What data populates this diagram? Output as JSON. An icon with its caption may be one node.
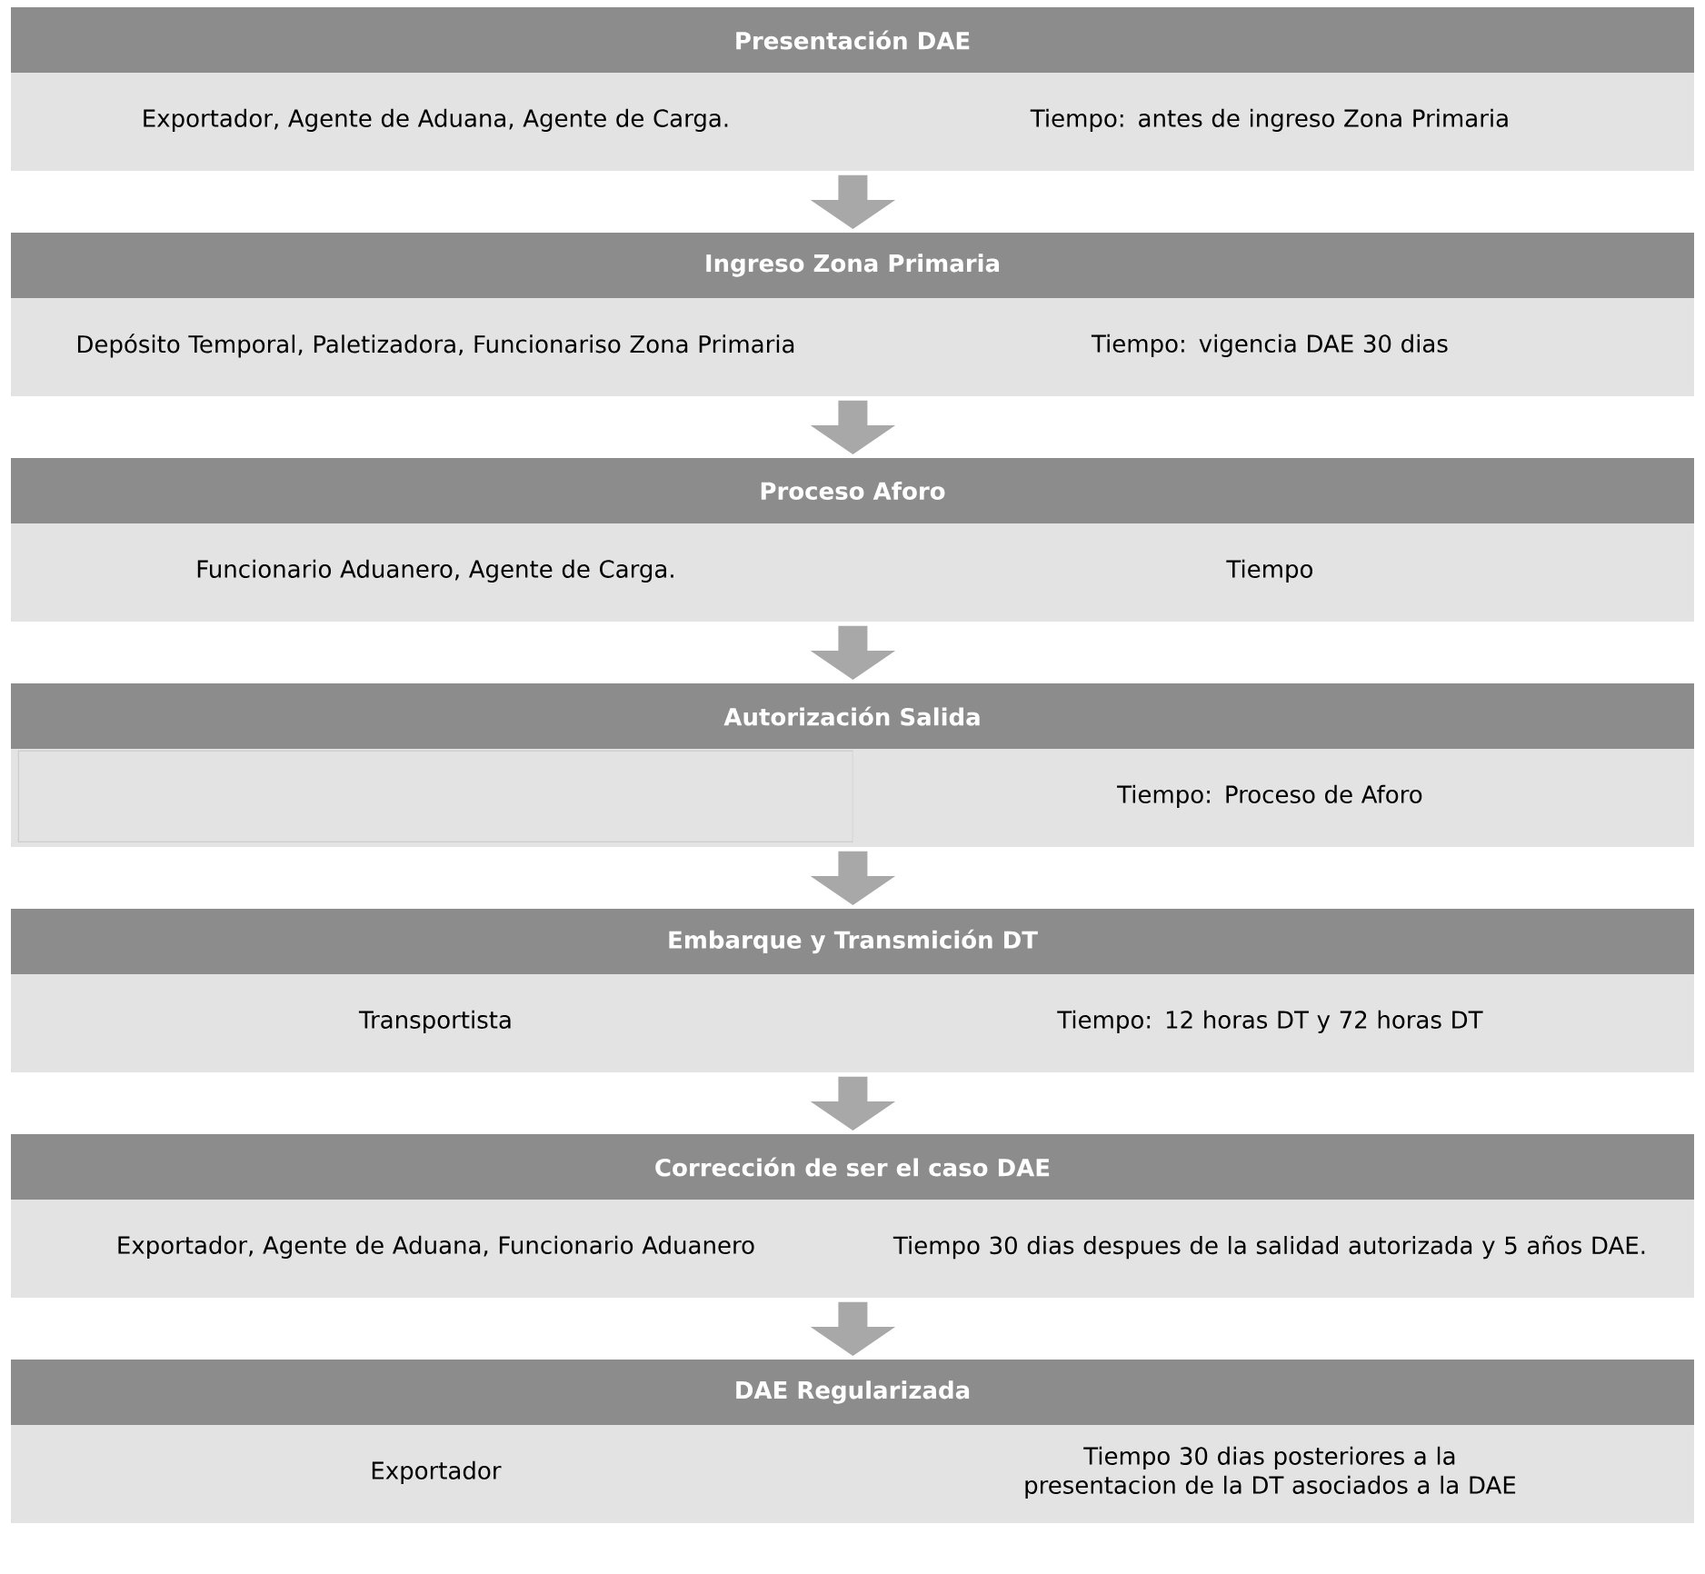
{
  "diagram": {
    "nodes": [
      {
        "text": [
          "Presentación DAE"
        ]
      },
      {
        "text": [
          "Exportador, Agente de Aduana, Agente de Carga."
        ],
        "in": 0
      },
      {
        "text": [
          "Tiempo: antes de ingreso Zona Primaria"
        ],
        "in": 0
      },
      {
        "text": [
          "Ingreso Zona Primaria"
        ]
      },
      {
        "text": [
          "Depósito Temporal, Paletizadora, Funcionariso Zona Primaria"
        ],
        "in": 3
      },
      {
        "text": [
          "Tiempo: vigencia DAE 30 dias"
        ],
        "in": 3
      },
      {
        "text": [
          "Proceso Aforo"
        ]
      },
      {
        "text": [
          "Funcionario Aduanero, Agente de Carga."
        ],
        "in": 6
      },
      {
        "text": [
          "Tiempo"
        ],
        "in": 6
      },
      {
        "text": [
          "Autorización Salida"
        ]
      },
      {
        "text": [],
        "shape": "box",
        "in": 9
      },
      {
        "text": [
          "Tiempo: Proceso de Aforo"
        ],
        "in": 9
      },
      {
        "text": [
          "Embarque y Transmición DT"
        ]
      },
      {
        "text": [
          "Transportista"
        ],
        "in": 12
      },
      {
        "text": [
          "Tiempo: 12 horas DT y 72 horas DT"
        ],
        "in": 12
      },
      {
        "text": [
          "Corrección de ser el caso DAE"
        ]
      },
      {
        "text": [
          "Exportador, Agente de Aduana, Funcionario Aduanero"
        ],
        "in": 15
      },
      {
        "text": [
          "Tiempo 30 dias despues de la salidad autorizada y 5 años DAE."
        ],
        "in": 15
      },
      {
        "text": [
          "DAE Regularizada"
        ]
      },
      {
        "text": [
          "Exportador"
        ],
        "in": 18
      },
      {
        "text": [
          "Tiempo 30 dias posteriores a la presentacion de la DT asociados a la DAE"
        ],
        "in": 18
      }
    ],
    "edges": [
      {
        "from": 0,
        "to": 3,
        "arrow": "to"
      },
      {
        "from": 3,
        "to": 6,
        "arrow": "to"
      },
      {
        "from": 6,
        "to": 9,
        "arrow": "to"
      },
      {
        "from": 9,
        "to": 12,
        "arrow": "to"
      },
      {
        "from": 12,
        "to": 15,
        "arrow": "to"
      },
      {
        "from": 15,
        "to": 18,
        "arrow": "to"
      }
    ]
  }
}
